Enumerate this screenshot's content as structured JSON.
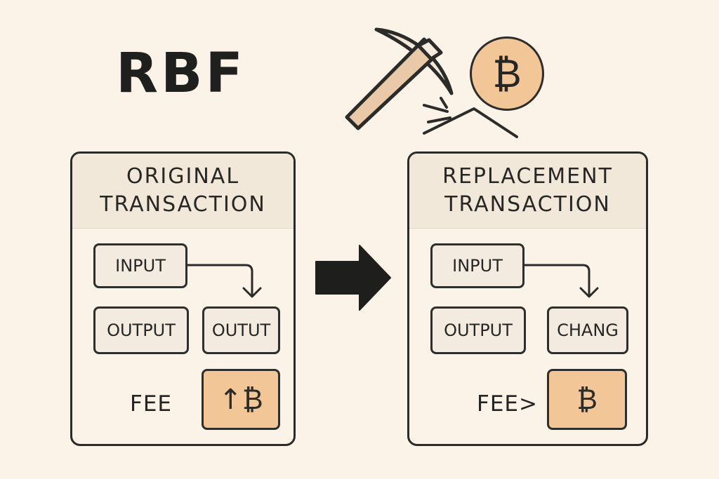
{
  "title": "RBF",
  "colors": {
    "background": "#fbf3e7",
    "header_background": "#f1e8da",
    "box_background": "#f3ebdf",
    "fee_highlight": "#f2c697",
    "stroke": "#2a2a28"
  },
  "icons": {
    "mining": "pickaxe-icon",
    "coin": "bitcoin-coin-icon",
    "transition": "right-arrow-icon"
  },
  "coin_symbol": "₿",
  "original": {
    "header": [
      "ORIGINAL",
      "TRANSACTION"
    ],
    "input": "INPUT",
    "output_1": "OUTPUT",
    "output_2": "OUTUT",
    "fee_label": "FEE",
    "fee_box": "↑₿"
  },
  "replacement": {
    "header": [
      "REPLACEMENT",
      "TRANSACTION"
    ],
    "input": "INPUT",
    "output": "OUTPUT",
    "change": "CHANG",
    "fee_label": "FEE>",
    "fee_box": "₿"
  }
}
